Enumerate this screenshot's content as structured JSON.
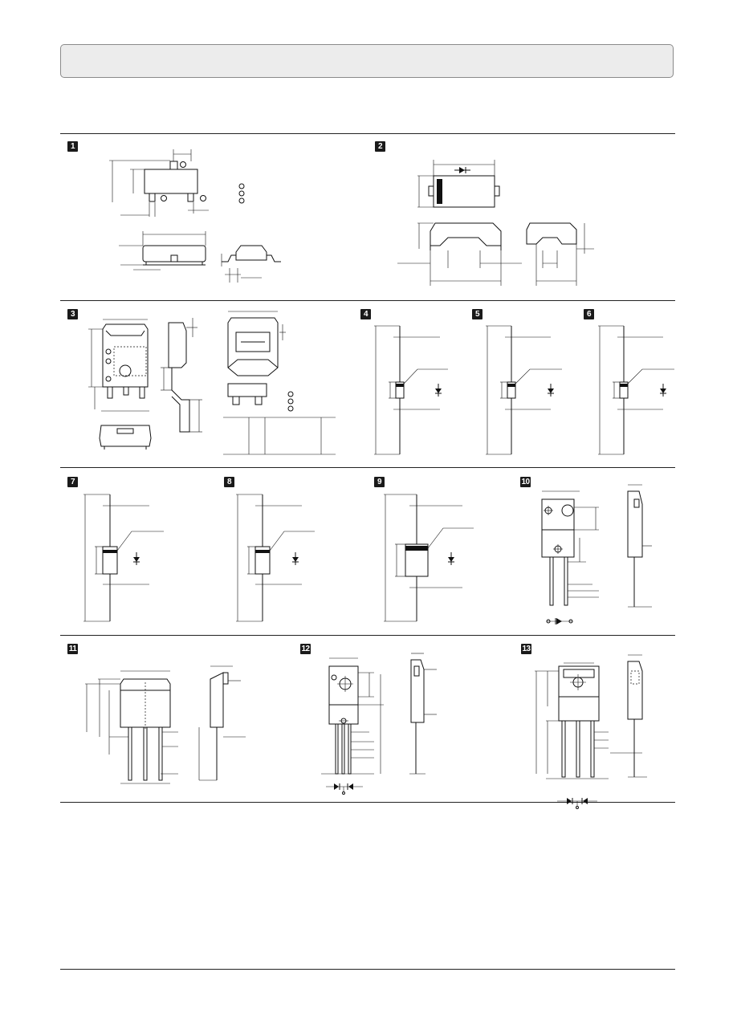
{
  "page": {
    "section_numbers": [
      "1",
      "2",
      "3",
      "4",
      "5",
      "6",
      "7",
      "8",
      "9",
      "10",
      "11",
      "12",
      "13"
    ]
  },
  "colors": {
    "title_bar_fill": "#ececec",
    "title_bar_border": "#8a8a8a",
    "number_badge": "#1a1a1a",
    "line": "#111111"
  },
  "packages": [
    {
      "number": "1",
      "icon": "sot23-outline-drawing"
    },
    {
      "number": "2",
      "icon": "smd-diode-outline-drawing"
    },
    {
      "number": "3",
      "icon": "dpak-outline-drawing"
    },
    {
      "number": "4",
      "icon": "axial-diode-small-drawing"
    },
    {
      "number": "5",
      "icon": "axial-diode-small-drawing"
    },
    {
      "number": "6",
      "icon": "axial-diode-small-drawing"
    },
    {
      "number": "7",
      "icon": "axial-diode-medium-drawing"
    },
    {
      "number": "8",
      "icon": "axial-diode-medium-drawing"
    },
    {
      "number": "9",
      "icon": "axial-diode-large-drawing"
    },
    {
      "number": "10",
      "icon": "to220-two-lead-drawing"
    },
    {
      "number": "11",
      "icon": "to3p-three-lead-drawing"
    },
    {
      "number": "12",
      "icon": "to220f-dual-diode-drawing"
    },
    {
      "number": "13",
      "icon": "to3pf-dual-diode-drawing"
    }
  ]
}
